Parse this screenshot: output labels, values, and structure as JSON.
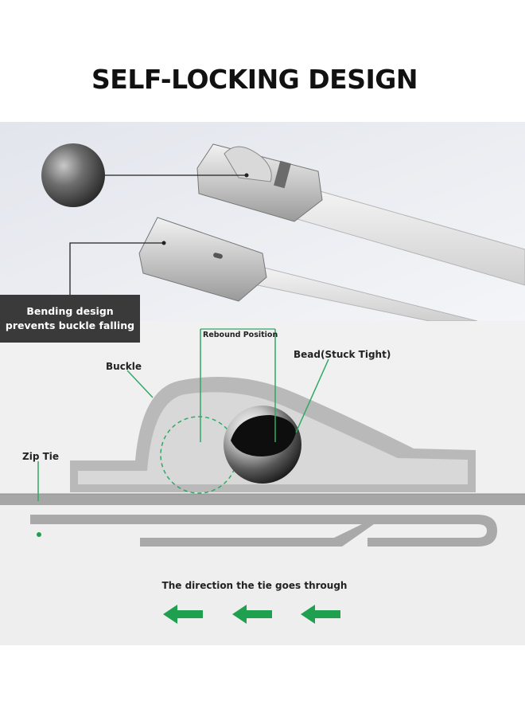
{
  "title": "SELF-LOCKING DESIGN",
  "photo": {
    "caption": "Bending design prevents buckle falling"
  },
  "diagram": {
    "labels": {
      "rebound": "Rebound Position",
      "bead": "Bead(Stuck Tight)",
      "buckle": "Buckle",
      "zip_tie": "Zip Tie",
      "direction": "The direction the tie goes through"
    },
    "arrow_count": 3
  },
  "colors": {
    "leader_green": "#2fa865",
    "arrow_green": "#1fa04e",
    "caption_bg": "#3a3a3a",
    "buckle_fill": "#b8b8b8",
    "tie_fill": "#a6a6a6"
  }
}
